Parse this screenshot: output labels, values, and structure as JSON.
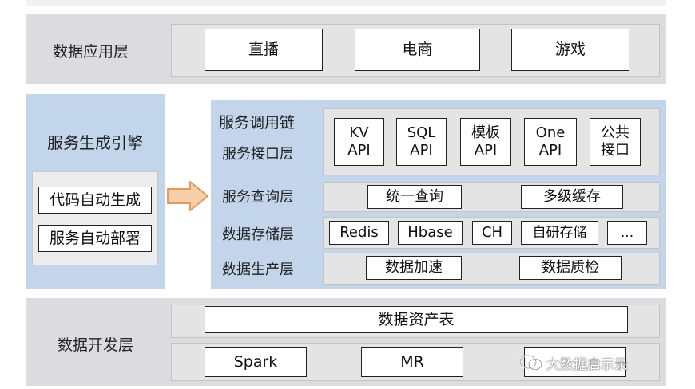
{
  "app_layer": {
    "title": "数据应用层",
    "items": [
      "直播",
      "电商",
      "游戏"
    ]
  },
  "engine": {
    "title": "服务生成引擎",
    "items": [
      "代码自动生成",
      "服务自动部署"
    ]
  },
  "service": {
    "chain_label": "服务调用链",
    "interface_label": "服务接口层",
    "interface_items": [
      "KV\nAPI",
      "SQL\nAPI",
      "模板\nAPI",
      "One\nAPI",
      "公共\n接口"
    ],
    "query_label": "服务查询层",
    "query_items": [
      "统一查询",
      "多级缓存"
    ],
    "storage_label": "数据存储层",
    "storage_items": [
      "Redis",
      "Hbase",
      "CH",
      "自研存储",
      "..."
    ],
    "production_label": "数据生产层",
    "production_items": [
      "数据加速",
      "数据质检"
    ]
  },
  "dev_layer": {
    "title": "数据开发层",
    "asset_table": "数据资产表",
    "items": [
      "Spark",
      "MR",
      ""
    ]
  },
  "watermark": "大数据启示录",
  "colors": {
    "gray_layer": "#dcdcdf",
    "blue_layer": "#c2d5ea",
    "arrow_fill": "#f8cfa9",
    "arrow_stroke": "#e49a5a"
  }
}
